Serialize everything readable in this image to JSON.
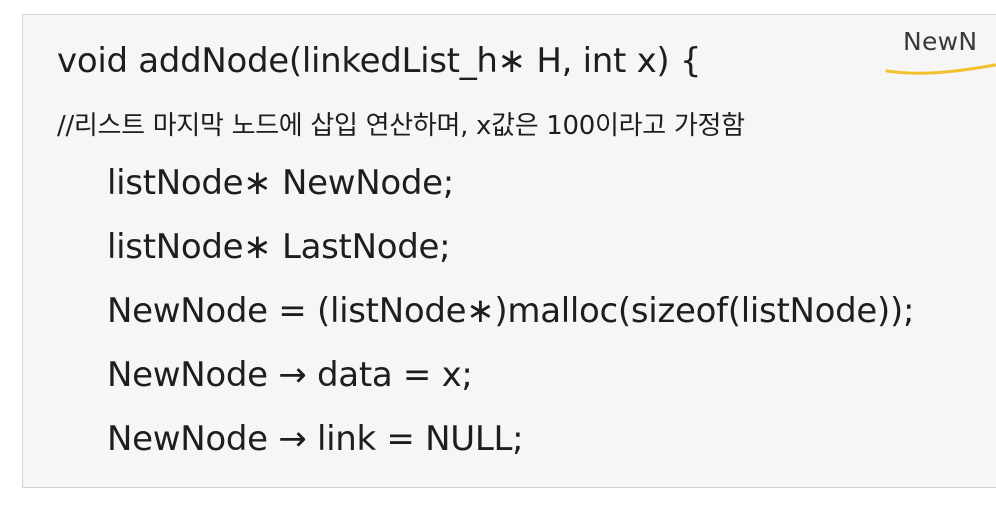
{
  "annotation": {
    "text": "NewN",
    "underline_color": "#f2c12e"
  },
  "code": {
    "lines": [
      "void addNode(linkedList_h∗  H, int x) {",
      "//리스트 마지막 노드에 삽입 연산하며, x값은 100이라고 가정함",
      "listNode∗ NewNode;",
      "listNode∗ LastNode;",
      "NewNode = (listNode∗)malloc(sizeof(listNode));",
      "NewNode → data = x;",
      "NewNode → link = NULL;"
    ]
  }
}
